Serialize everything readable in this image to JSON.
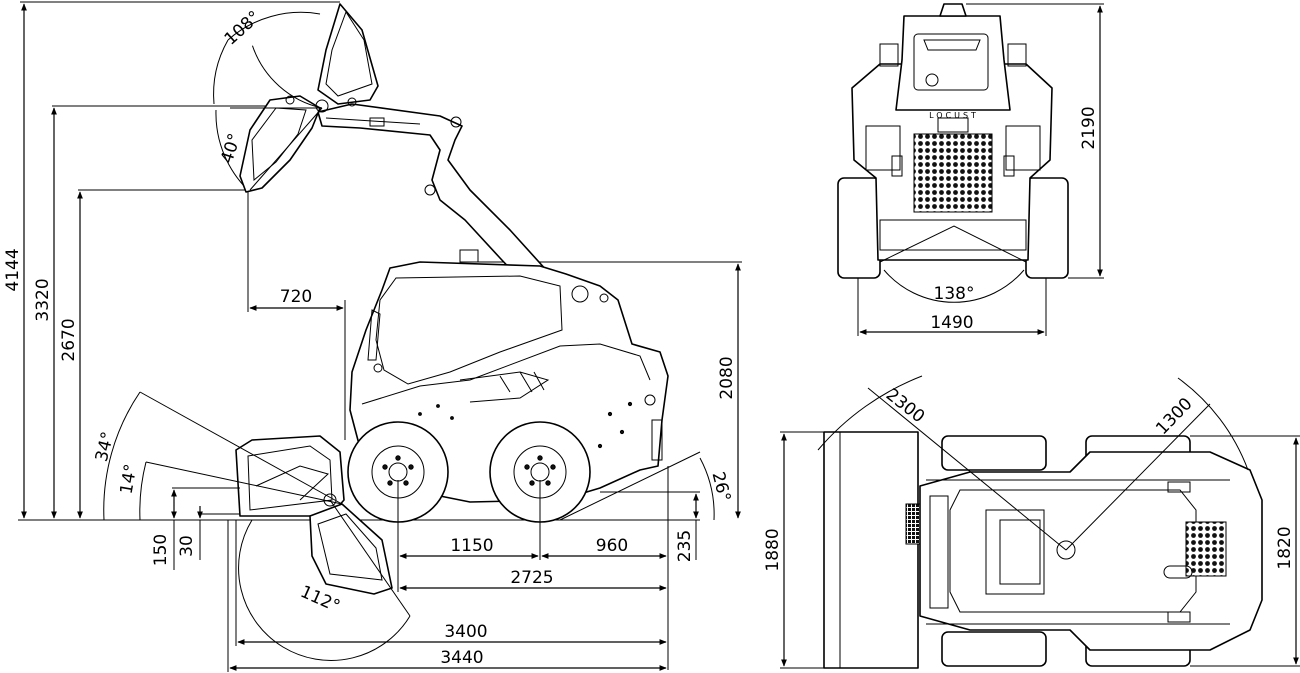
{
  "side_view": {
    "dim_height_bucket_top": "4144",
    "dim_hinge_pin_height": "3320",
    "dim_dump_height": "2670",
    "dim_dump_reach": "720",
    "dim_overall_height": "2080",
    "dim_wheelbase": "1150",
    "dim_rear_axle_to_rear": "960",
    "dim_ground_clearance": "235",
    "dim_length_without_bucket": "2725",
    "dim_length_bucket_on_ground": "3400",
    "dim_overall_length": "3440",
    "dim_dig_depth": "150",
    "dim_small_offset": "30",
    "angle_rollback_top": "108°",
    "angle_dump_top": "40°",
    "angle_rollback_ground": "34°",
    "angle_small": "14°",
    "angle_departure": "26°",
    "angle_bucket_full": "112°"
  },
  "front_view": {
    "dim_height": "2190",
    "dim_width": "1490",
    "angle_front": "138°",
    "brand_text": "LOCUST"
  },
  "top_view": {
    "dim_turning_radius_bucket": "2300",
    "dim_turning_radius_body": "1300",
    "dim_bucket_width": "1880",
    "dim_body_width": "1820"
  }
}
